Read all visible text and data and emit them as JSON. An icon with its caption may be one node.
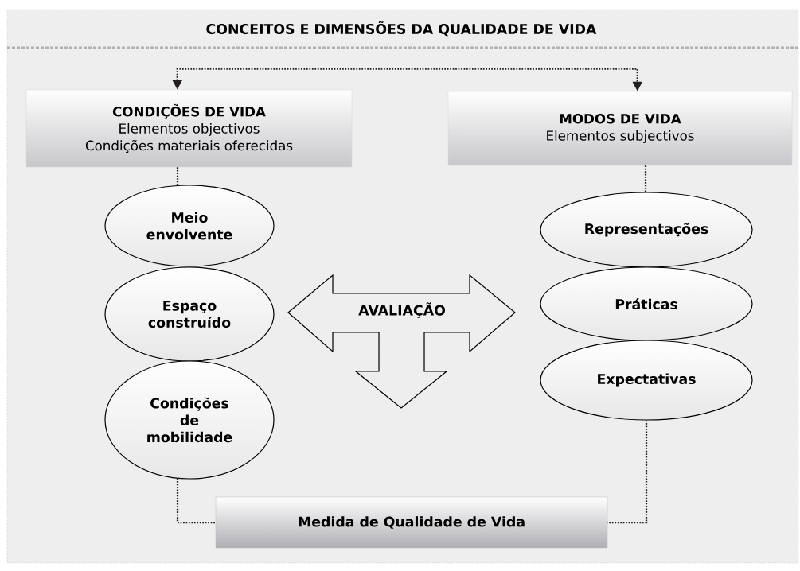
{
  "diagram": {
    "title": "CONCEITOS E DIMENSÕES DA QUALIDADE DE VIDA",
    "nodes": [
      {
        "text": [
          "CONDIÇÕES DE VIDA",
          "Elementos objectivos",
          "Condições materiais oferecidas"
        ]
      },
      {
        "text": [
          "MODOS DE VIDA",
          "Elementos subjectivos"
        ]
      },
      {
        "text": [
          "Meio envolvente"
        ]
      },
      {
        "text": [
          "Espaço construído"
        ]
      },
      {
        "text": [
          "Condições de mobilidade"
        ]
      },
      {
        "text": [
          "Representações"
        ]
      },
      {
        "text": [
          "Práticas"
        ]
      },
      {
        "text": [
          "Expectativas"
        ]
      },
      {
        "text": [
          "AVALIAÇÃO"
        ]
      },
      {
        "text": [
          "Medida de Qualidade de Vida"
        ]
      }
    ],
    "edges": [
      {
        "from": 0,
        "to": 1,
        "arrow": "both",
        "style": "dashed"
      },
      {
        "from": 0,
        "to": 2,
        "arrow": "none",
        "style": "dashed"
      },
      {
        "from": 1,
        "to": 5,
        "arrow": "none",
        "style": "dashed"
      },
      {
        "from": 4,
        "to": 9,
        "arrow": "none",
        "style": "dashed"
      },
      {
        "from": 7,
        "to": 9,
        "arrow": "none",
        "style": "dashed"
      }
    ]
  }
}
